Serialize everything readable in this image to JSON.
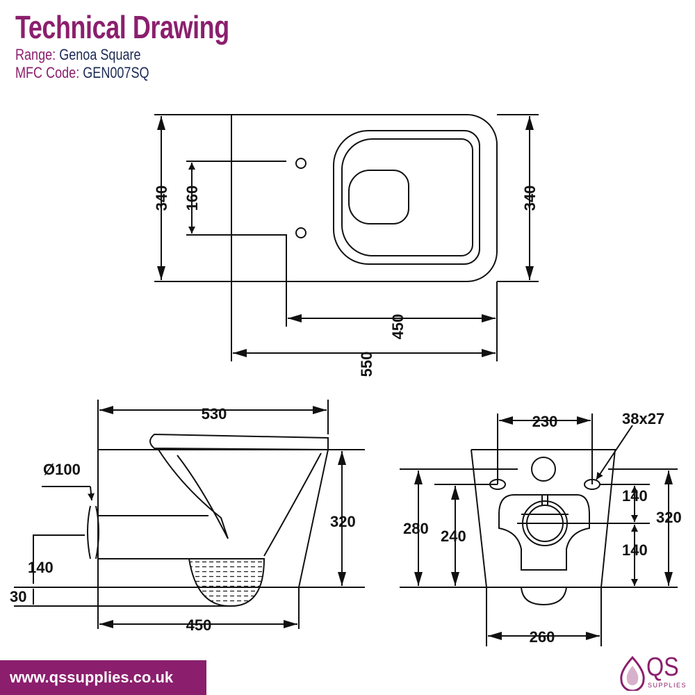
{
  "header": {
    "title": "Technical Drawing",
    "range_label": "Range:",
    "range_value": "Genoa Square",
    "mfc_label": "MFC Code:",
    "mfc_value": "GEN007SQ"
  },
  "dimensions": {
    "top_height_left": "340",
    "top_hole_spacing": "160",
    "top_height_right": "340",
    "top_hole_to_front": "450",
    "top_overall_length": "550",
    "side_top_length": "530",
    "side_waste_diameter": "Ø100",
    "side_height": "320",
    "side_waste_height": "140",
    "side_base_offset": "30",
    "side_base_length": "450",
    "rear_hole_spacing": "230",
    "rear_hole_size": "38x27",
    "rear_upper_140": "140",
    "rear_lower_140": "140",
    "rear_height_280": "280",
    "rear_height_240": "240",
    "rear_height_320": "320",
    "rear_base_width": "260"
  },
  "footer": {
    "website": "www.qssupplies.co.uk",
    "logo_main": "QS",
    "logo_sub": "SUPPLIES"
  },
  "colors": {
    "brand_purple": "#8b1f6d",
    "navy": "#1d2a55",
    "line": "#111111"
  }
}
